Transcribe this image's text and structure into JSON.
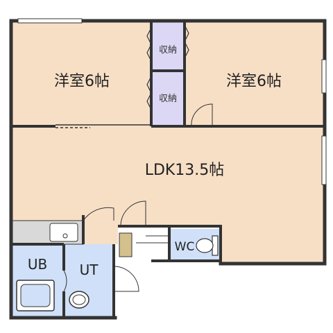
{
  "rooms": {
    "western_left": "洋室6帖",
    "western_right": "洋室6帖",
    "ldk": "LDK13.5帖",
    "storage_top": "収納",
    "storage_bottom": "収納",
    "wc": "WC",
    "ub": "UB",
    "ut": "UT"
  },
  "colors": {
    "tatami_room": "#f7dfc6",
    "storage": "#dcd7f5",
    "wet_area": "#cfe0f8",
    "wall": "#333333",
    "entrance": "#d4c08c"
  }
}
